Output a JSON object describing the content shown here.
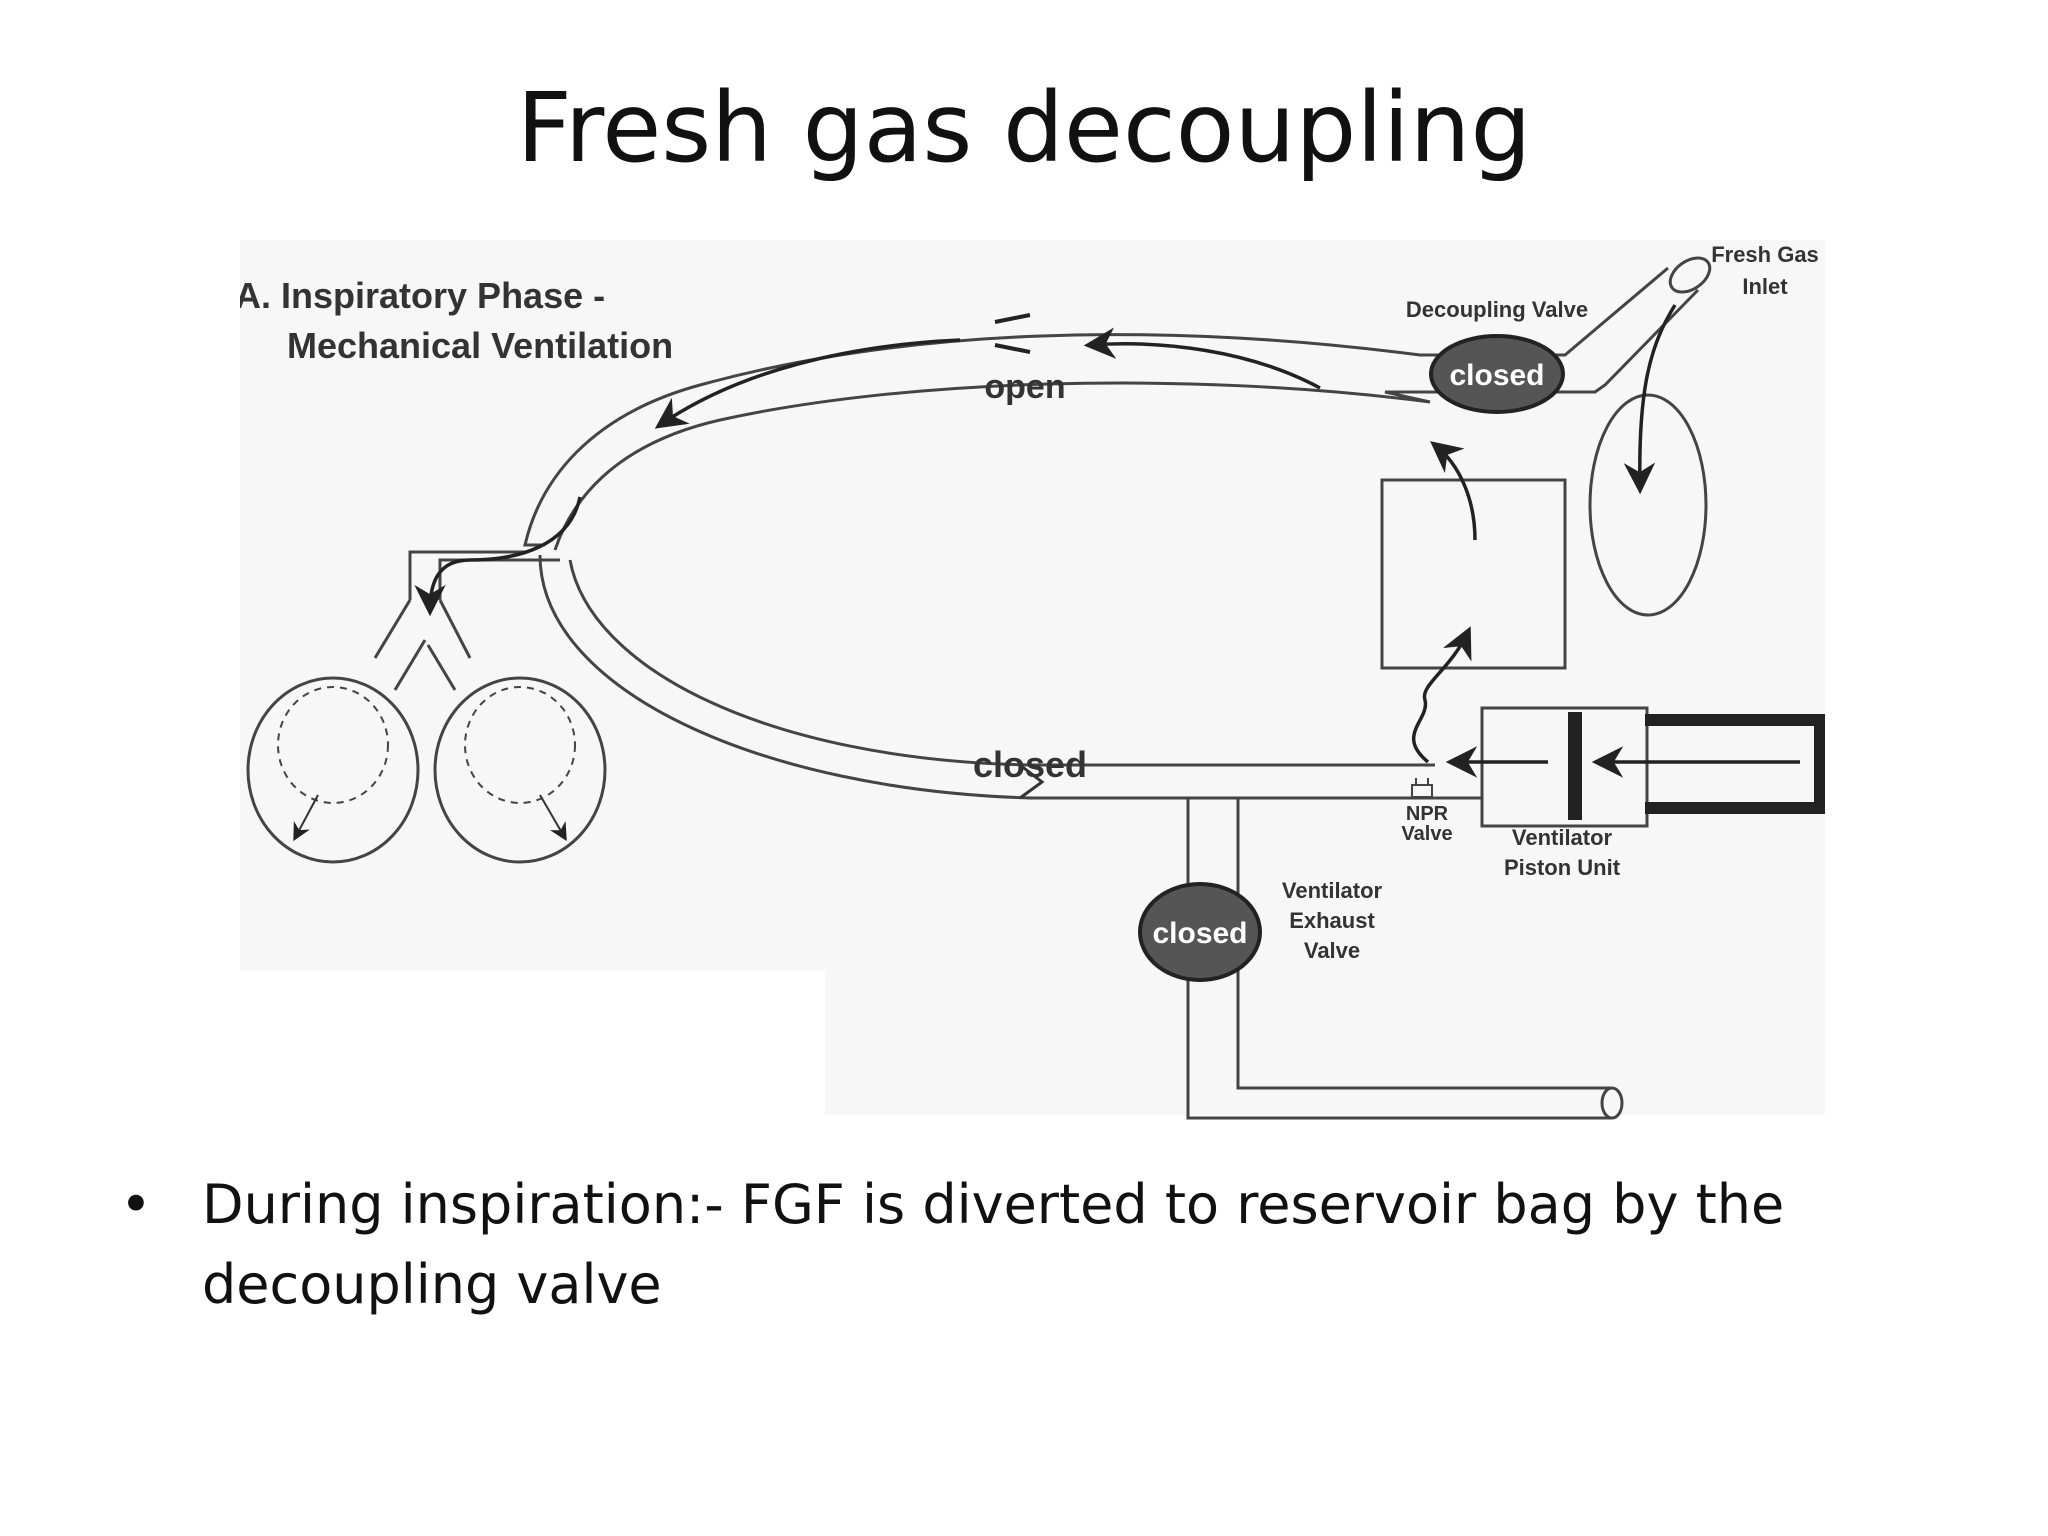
{
  "slide": {
    "title": "Fresh gas decoupling",
    "bullet_marker": "•",
    "bullet_text": "During inspiration:- FGF is diverted to reservoir bag by the decoupling valve"
  },
  "diagram": {
    "phase_line1": "A. Inspiratory Phase -",
    "phase_line2": "Mechanical Ventilation",
    "open_label": "open",
    "closed_label": "closed",
    "decoupling_valve_label": "Decoupling Valve",
    "decoupling_valve_state": "closed",
    "fresh_gas_line1": "Fresh Gas",
    "fresh_gas_line2": "Inlet",
    "npr_line1": "NPR",
    "npr_line2": "Valve",
    "piston_line1": "Ventilator",
    "piston_line2": "Piston Unit",
    "exhaust_line1": "Ventilator",
    "exhaust_line2": "Exhaust",
    "exhaust_line3": "Valve",
    "exhaust_valve_state": "closed"
  },
  "colors": {
    "text": "#111111",
    "line": "#444444",
    "valve_fill": "#555555",
    "valve_text": "#ffffff",
    "diagram_bg": "#f7f7f7"
  }
}
